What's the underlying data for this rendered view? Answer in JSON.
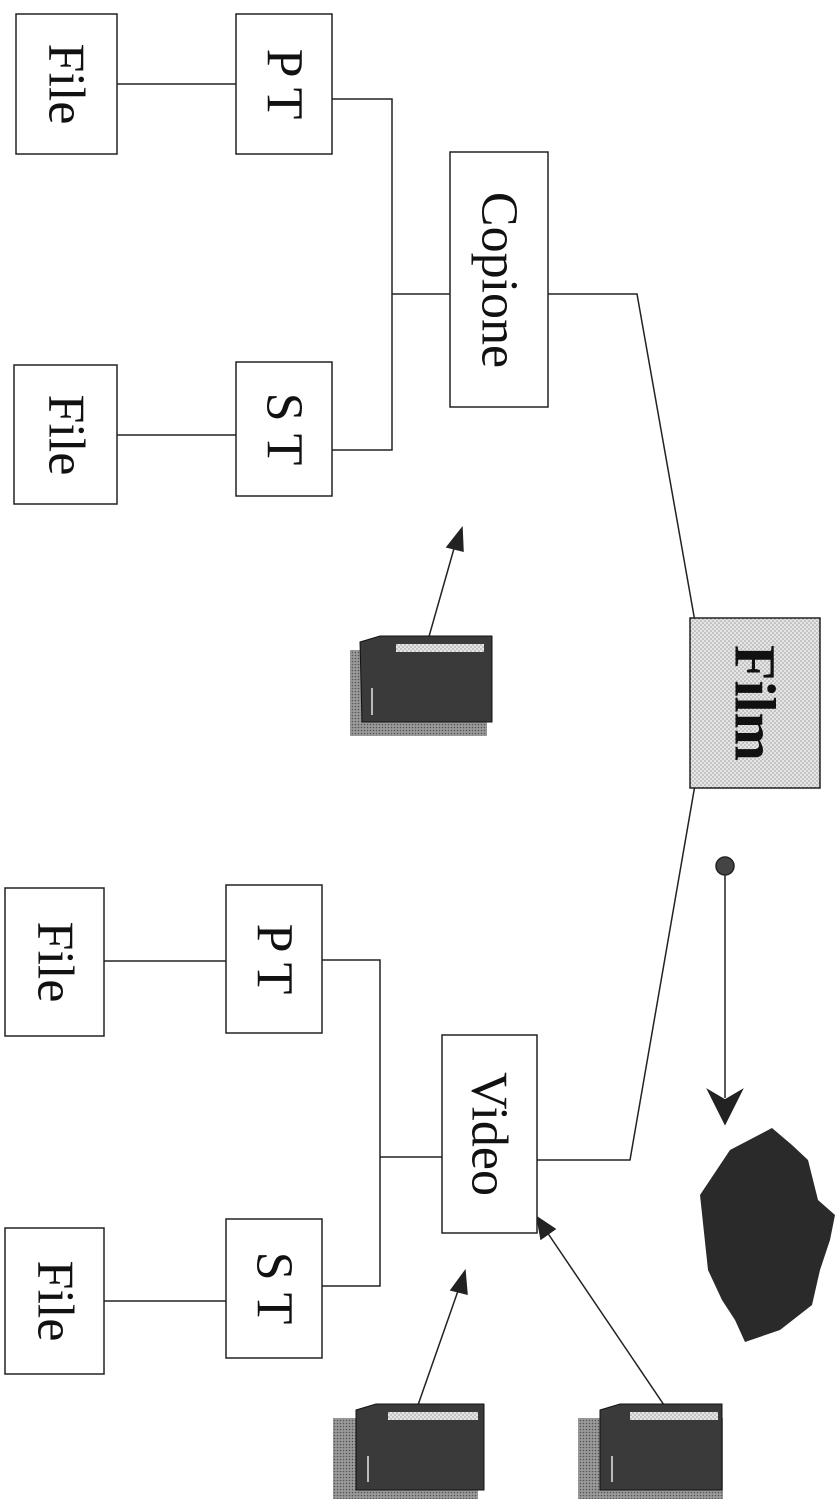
{
  "nodes": {
    "file_top_left": "File",
    "file_top_right": "File",
    "file_bottom_left": "File",
    "file_bottom_right": "File",
    "pt_top": "P T",
    "st_top": "S T",
    "pt_bottom": "P T",
    "st_bottom": "S T",
    "copione": "Copione",
    "video": "Video",
    "film": "Film"
  },
  "colors": {
    "line": "#222222",
    "film_fill": "#d9d9d9",
    "device_fill": "#3a3a3a",
    "rock_fill": "#2a2a2a"
  },
  "icons": [
    "memory-card-icon",
    "memory-card-icon",
    "memory-card-icon",
    "rock-icon",
    "pin-arrow-icon"
  ]
}
